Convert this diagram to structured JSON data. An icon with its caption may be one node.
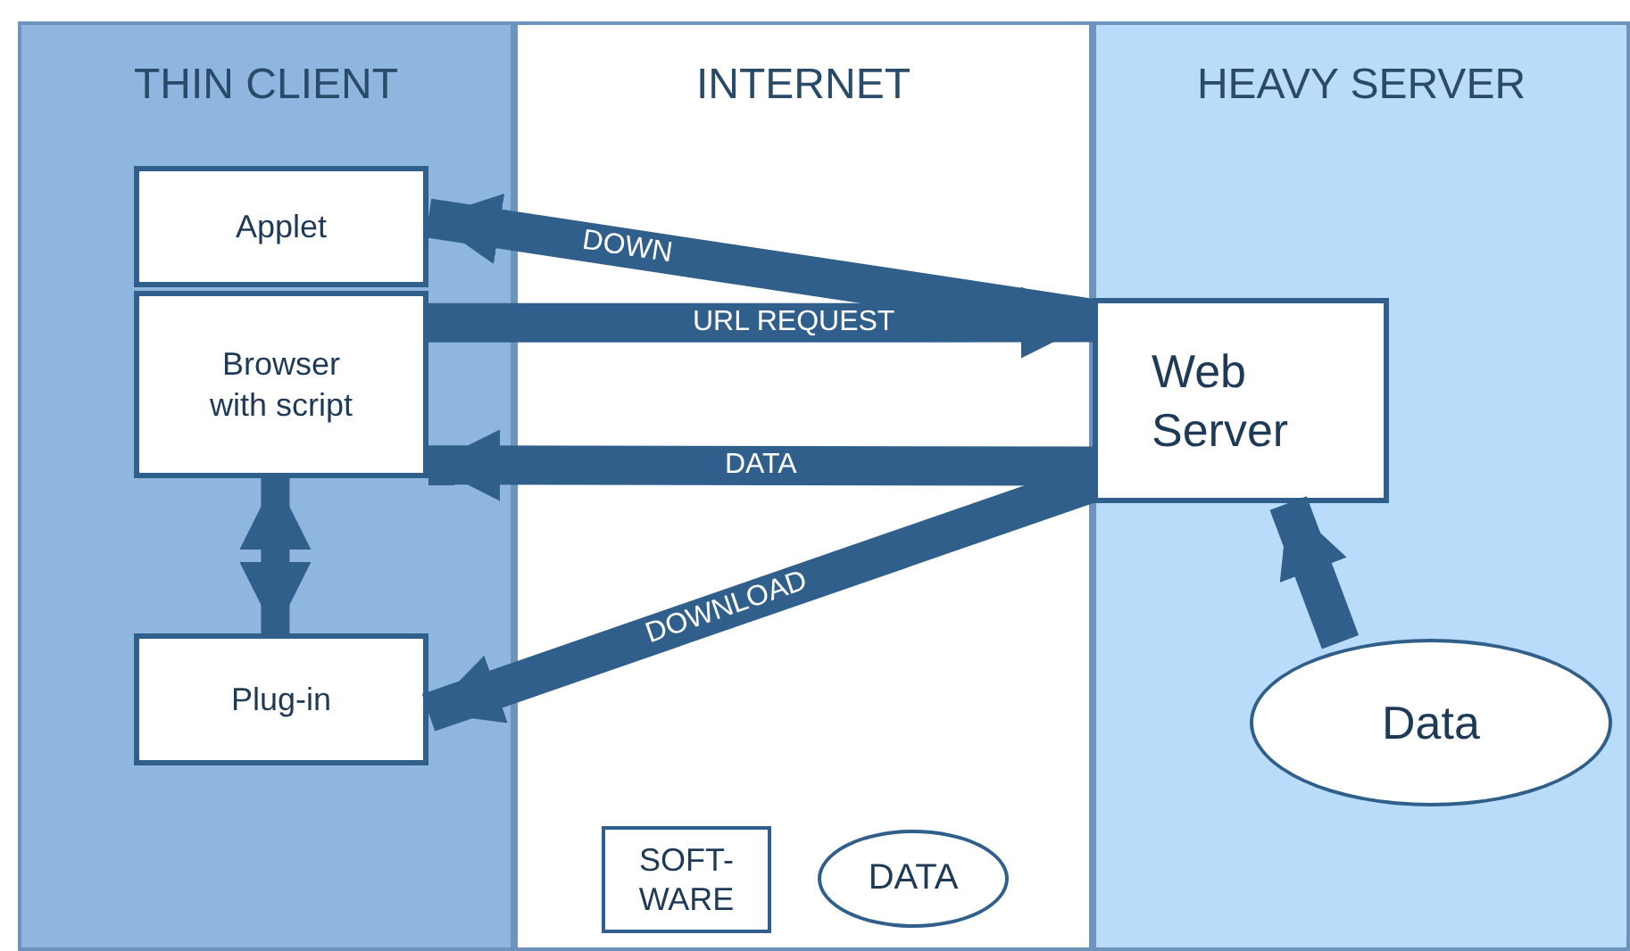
{
  "diagram": {
    "nodes": [
      {
        "text": [
          "THIN CLIENT"
        ]
      },
      {
        "text": [
          "INTERNET"
        ]
      },
      {
        "text": [
          "HEAVY SERVER"
        ]
      },
      {
        "text": [
          "Applet"
        ],
        "in": 0
      },
      {
        "text": [
          "Browser with script"
        ],
        "in": 0
      },
      {
        "text": [
          "Plug-in"
        ],
        "in": 0
      },
      {
        "text": [
          "Web Server"
        ],
        "in": 2
      },
      {
        "text": [
          "Data"
        ],
        "in": 2
      },
      {
        "text": [
          "SOFT- WARE"
        ],
        "in": 1
      },
      {
        "text": [
          "DATA"
        ],
        "in": 1
      }
    ],
    "edges": [
      {
        "from": 6,
        "to": 3,
        "arrow": "to",
        "label": "DOWN"
      },
      {
        "from": 4,
        "to": 6,
        "arrow": "to",
        "label": "URL REQUEST"
      },
      {
        "from": 6,
        "to": 4,
        "arrow": "to",
        "label": "DATA"
      },
      {
        "from": 6,
        "to": 5,
        "arrow": "to",
        "label": "DOWNLOAD"
      },
      {
        "from": 4,
        "to": 5,
        "arrow": "both"
      },
      {
        "from": 7,
        "to": 6,
        "arrow": "to"
      }
    ]
  }
}
